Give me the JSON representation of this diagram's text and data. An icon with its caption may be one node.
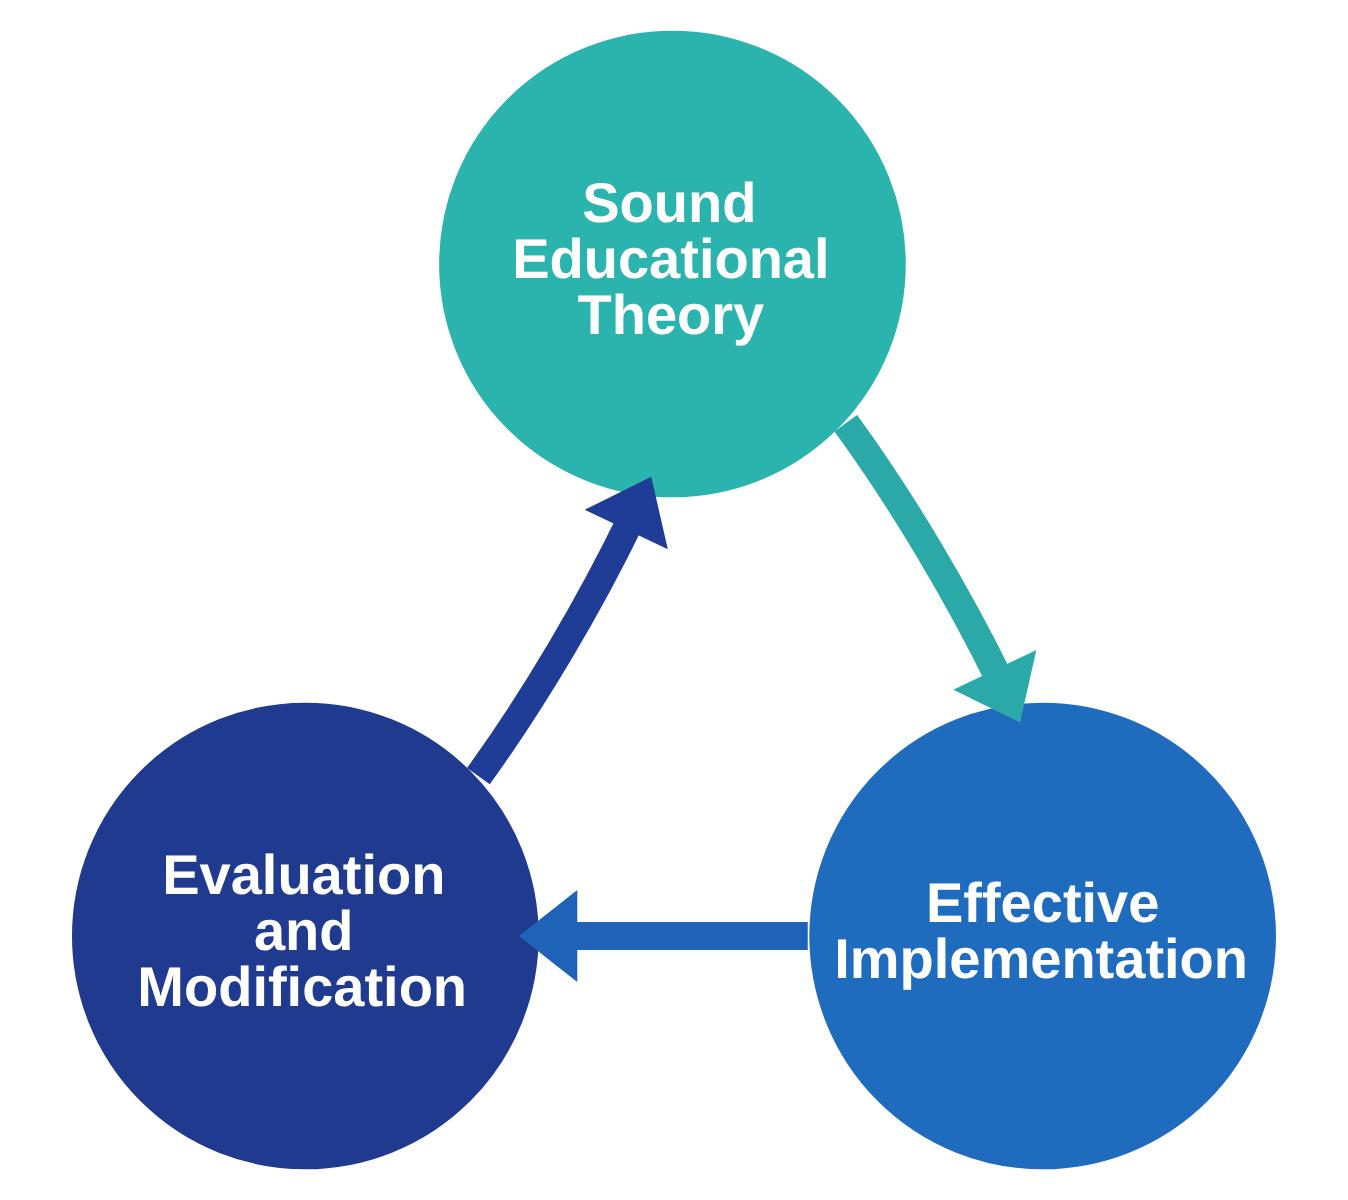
{
  "diagram": {
    "nodes": [
      {
        "text": [
          "Sound Educational Theory"
        ]
      },
      {
        "text": [
          "Effective Implementation"
        ]
      },
      {
        "text": [
          "Evaluation and Modification"
        ]
      }
    ],
    "edges": [
      {
        "from": 0,
        "to": 1,
        "arrow": "to",
        "color": "#2aa9a8"
      },
      {
        "from": 1,
        "to": 2,
        "arrow": "to",
        "color": "#1e63b8"
      },
      {
        "from": 2,
        "to": 0,
        "arrow": "to",
        "color": "#1f3d96"
      }
    ]
  }
}
